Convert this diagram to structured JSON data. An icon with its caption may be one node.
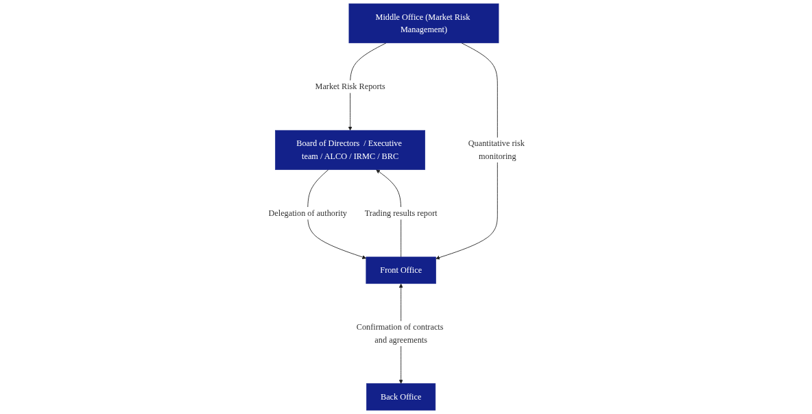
{
  "diagram": {
    "nodes": [
      {
        "text": [
          "Board of Directors  / Executive team / ALCO / IRMC / BRC"
        ]
      },
      {
        "text": [
          "Front Office"
        ]
      },
      {
        "text": [
          "Middle Office (Market Risk Management)"
        ]
      },
      {
        "text": [
          "Back Office"
        ]
      }
    ],
    "edges": [
      {
        "from": 0,
        "to": 1,
        "arrow": "to",
        "label": "Delegation of authority"
      },
      {
        "from": 1,
        "to": 0,
        "arrow": "to",
        "label": "Trading results report"
      },
      {
        "from": 2,
        "to": 0,
        "arrow": "to",
        "label": "Market Risk Reports"
      },
      {
        "from": 2,
        "to": 1,
        "arrow": "to",
        "label": "Quantitative risk monitoring"
      },
      {
        "from": 1,
        "to": 3,
        "arrow": "both",
        "label": "Confirmation of contracts and agreements"
      }
    ]
  }
}
